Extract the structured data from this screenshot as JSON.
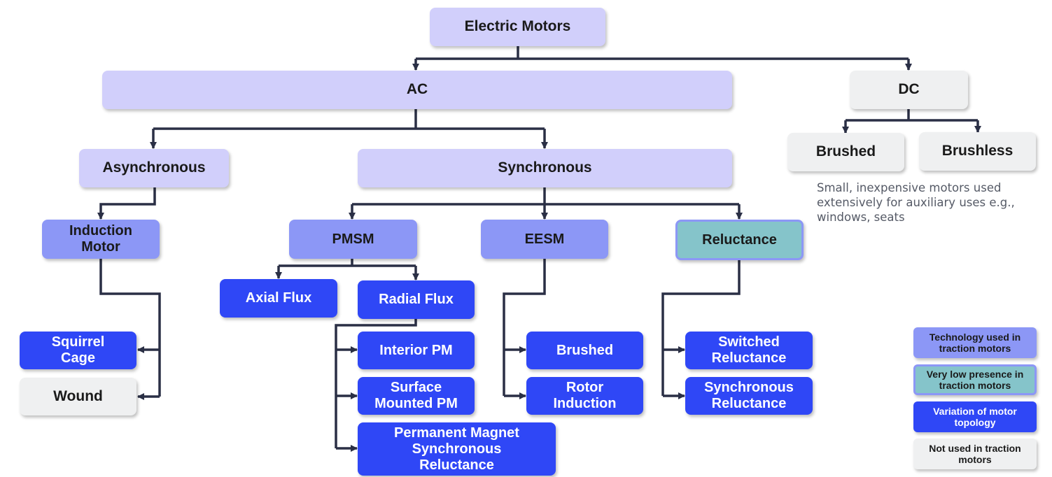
{
  "nodes": {
    "electric_motors": "Electric Motors",
    "ac": "AC",
    "dc": "DC",
    "dc_brushed": "Brushed",
    "dc_brushless": "Brushless",
    "asynchronous": "Asynchronous",
    "synchronous": "Synchronous",
    "induction_motor": "Induction Motor",
    "pmsm": "PMSM",
    "eesm": "EESM",
    "reluctance": "Reluctance",
    "axial_flux": "Axial Flux",
    "radial_flux": "Radial Flux",
    "squirrel_cage": "Squirrel Cage",
    "wound": "Wound",
    "interior_pm": "Interior PM",
    "surface_mounted_pm": "Surface Mounted PM",
    "pm_synchronous_reluctance": "Permanent Magnet Synchronous Reluctance",
    "eesm_brushed": "Brushed",
    "rotor_induction": "Rotor Induction",
    "switched_reluctance": "Switched Reluctance",
    "synchronous_reluctance": "Synchronous Reluctance"
  },
  "dc_note": "Small, inexpensive motors used extensively for auxiliary uses e.g., windows, seats",
  "legend": {
    "traction": "Technology used in traction motors",
    "low_presence": "Very low presence in traction motors",
    "variation": "Variation of motor topology",
    "not_used": "Not used in traction motors"
  },
  "colors": {
    "top_level": "#d1cffb",
    "traction": "#8c97f6",
    "variation": "#2f47f6",
    "low_presence": "#85c4ca",
    "not_used": "#eff0f1",
    "connector": "#2a2f45"
  }
}
